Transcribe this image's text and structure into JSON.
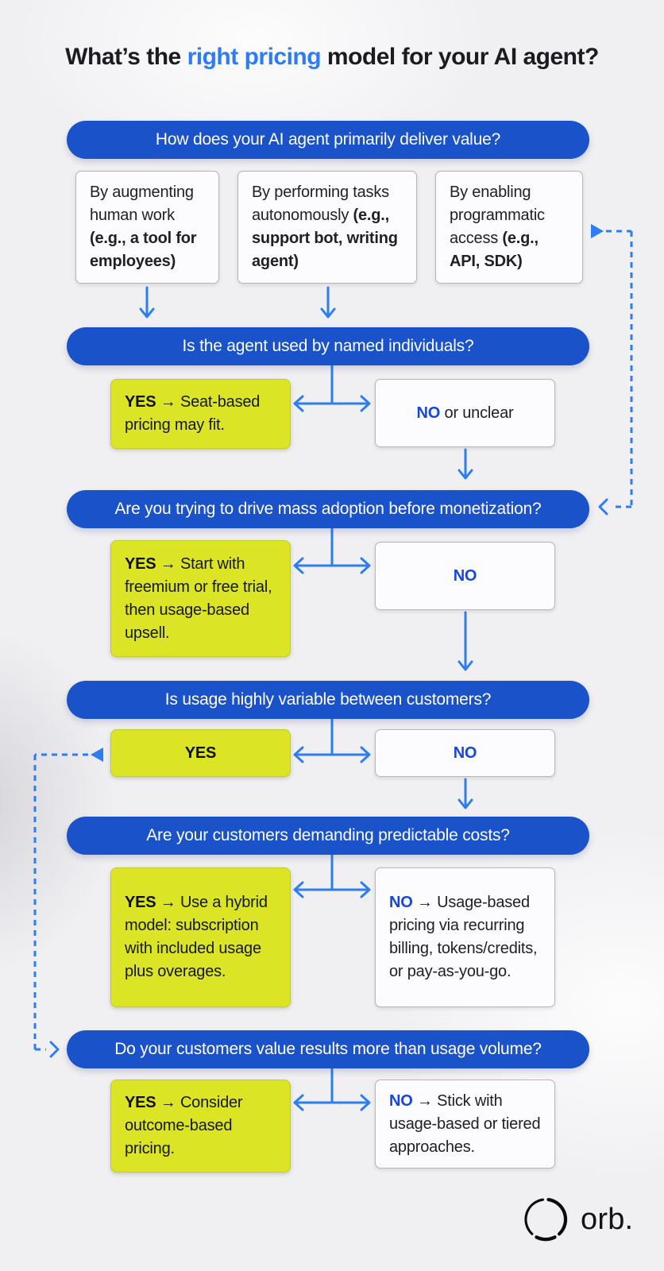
{
  "title": {
    "pre": "What’s the ",
    "highlight": "right pricing",
    "post": " model for your AI agent?"
  },
  "questions": [
    {
      "label": "How does your AI agent primarily deliver value?"
    },
    {
      "label": "Is the agent used by named individuals?"
    },
    {
      "label": "Are you trying to drive mass adoption before monetization?"
    },
    {
      "label": "Is usage highly variable between customers?"
    },
    {
      "label": "Are your customers demanding predictable costs?"
    },
    {
      "label": "Do your customers value results more than usage volume?"
    }
  ],
  "value_options": [
    {
      "plain": "By augmenting human work",
      "bold": "(e.g., a tool for employees)"
    },
    {
      "plain": "By performing tasks autonomously",
      "bold": "(e.g., support bot, writing agent)"
    },
    {
      "plain": "By enabling programmatic access",
      "bold": "(e.g., API, SDK)"
    }
  ],
  "answers": {
    "named_individuals": {
      "yes": {
        "strong": "YES",
        "rest": "→ Seat-based pricing may fit."
      },
      "no": {
        "strong": "NO",
        "rest": "or unclear"
      }
    },
    "mass_adoption": {
      "yes": {
        "strong": "YES",
        "rest": "→ Start with freemium or free trial, then usage-based upsell."
      },
      "no": {
        "strong": "NO",
        "rest": ""
      }
    },
    "variable_usage": {
      "yes": {
        "strong": "YES",
        "rest": ""
      },
      "no": {
        "strong": "NO",
        "rest": ""
      }
    },
    "predictable_costs": {
      "yes": {
        "strong": "YES",
        "rest": "→ Use a hybrid model: subscription with included usage plus overages."
      },
      "no": {
        "strong": "NO",
        "rest": "→ Usage-based pricing via recurring billing, tokens/credits, or pay-as-you-go."
      }
    },
    "results_over_usage": {
      "yes": {
        "strong": "YES",
        "rest": "→ Consider outcome-based pricing."
      },
      "no": {
        "strong": "NO",
        "rest": "→ Stick with usage-based or tiered approaches."
      }
    }
  },
  "logo": {
    "wordmark": "orb."
  },
  "colors": {
    "pill_blue": "#1a52c9",
    "connector_blue": "#2e7df5",
    "title_highlight_blue": "#2e7bf6",
    "yes_yellow": "#dbe525",
    "no_text_blue": "#1647d8",
    "background": "#f0eff2"
  }
}
